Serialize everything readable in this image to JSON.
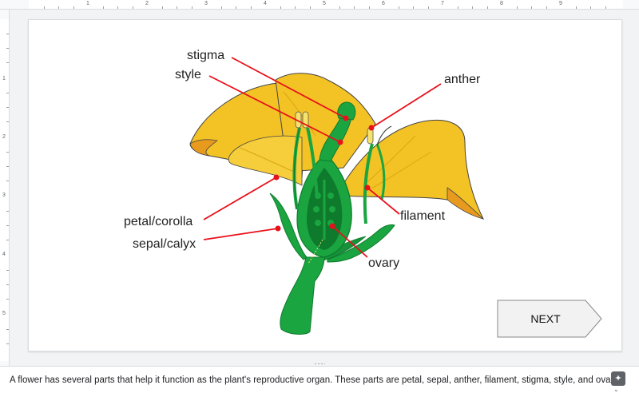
{
  "ruler": {
    "top_numbers": [
      "1",
      "2",
      "3",
      "4",
      "5",
      "6",
      "7",
      "8",
      "9"
    ],
    "left_numbers": [
      "1",
      "2",
      "3",
      "4",
      "5"
    ]
  },
  "diagram_labels": {
    "stigma": "stigma",
    "style": "style",
    "anther": "anther",
    "petal": "petal/corolla",
    "sepal": "sepal/calyx",
    "filament": "filament",
    "ovary": "ovary"
  },
  "colors": {
    "petal": "#f3c325",
    "petal_shade": "#e89a1e",
    "green": "#1aa541",
    "dark_green": "#0e7a2c",
    "pointer": "#e8111b"
  },
  "next_button": {
    "label": "NEXT"
  },
  "notes": {
    "text": "A flower has several parts that help it function as the plant's reproductive organ. These parts are petal, sepal, anther, filament, stigma, style, and ovary."
  },
  "icons": {
    "explore": "explore-icon",
    "collapse": "chevron-down-icon"
  }
}
